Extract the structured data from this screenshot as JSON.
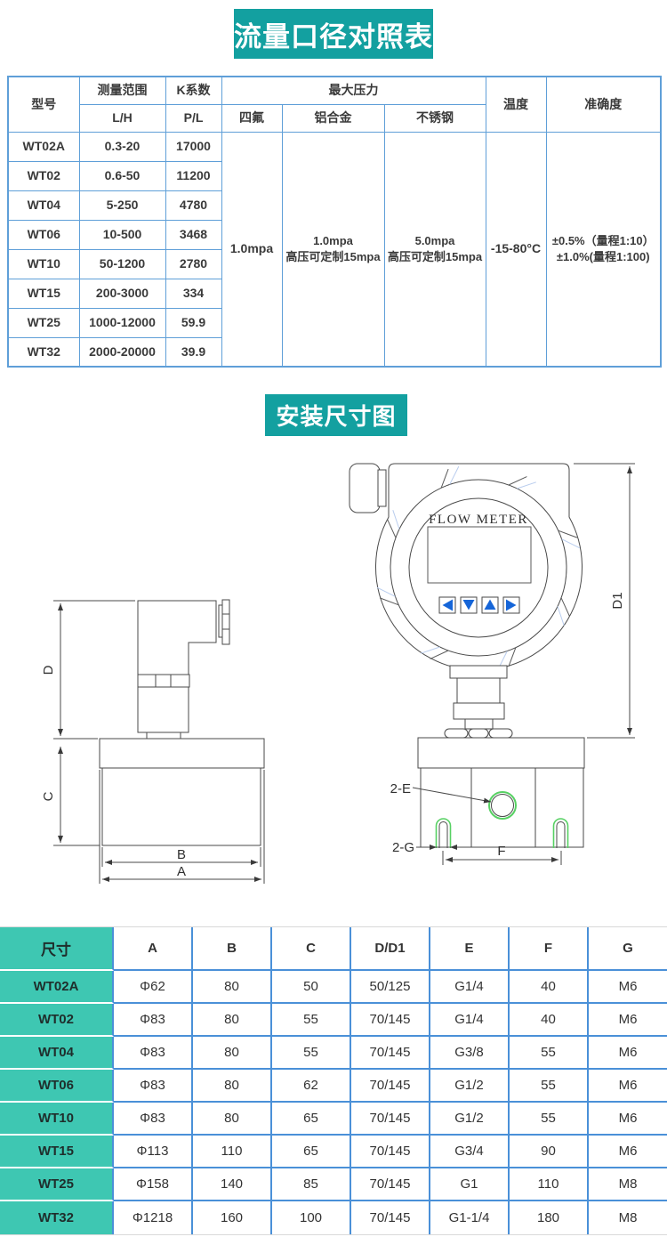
{
  "titles": {
    "flow_table": "流量口径对照表",
    "install_diagram": "安装尺寸图"
  },
  "colors": {
    "title_teal": "#13a0a0",
    "table2_teal": "#3ec7b2",
    "table1_border_blue": "#5f9fd8",
    "table2_border_blue": "#4a90d8",
    "button_blue": "#1565d8",
    "highlight_green": "#57d163"
  },
  "spec_table": {
    "header": {
      "model": "型号",
      "range": "测量范围",
      "range_unit": "L/H",
      "k_factor": "K系数",
      "k_unit": "P/L",
      "max_pressure": "最大压力",
      "ptfe": "四氟",
      "aluminum": "铝合金",
      "stainless": "不锈钢",
      "temperature": "温度",
      "accuracy": "准确度"
    },
    "rows": [
      {
        "model": "WT02A",
        "range": "0.3-20",
        "k": "17000"
      },
      {
        "model": "WT02",
        "range": "0.6-50",
        "k": "11200"
      },
      {
        "model": "WT04",
        "range": "5-250",
        "k": "4780"
      },
      {
        "model": "WT06",
        "range": "10-500",
        "k": "3468"
      },
      {
        "model": "WT10",
        "range": "50-1200",
        "k": "2780"
      },
      {
        "model": "WT15",
        "range": "200-3000",
        "k": "334"
      },
      {
        "model": "WT25",
        "range": "1000-12000",
        "k": "59.9"
      },
      {
        "model": "WT32",
        "range": "2000-20000",
        "k": "39.9"
      }
    ],
    "merged": {
      "ptfe_pressure": "1.0mpa",
      "aluminum_line1": "1.0mpa",
      "aluminum_line2": "高压可定制15mpa",
      "stainless_line1": "5.0mpa",
      "stainless_line2": "高压可定制15mpa",
      "temperature": "-15-80°C",
      "accuracy_line1": "±0.5%（量程1:10）",
      "accuracy_line2": "±1.0%(量程1:100)"
    }
  },
  "diagram": {
    "front_view": {
      "device_text": "FLOW METER",
      "dim_d1": "D1",
      "label_2e": "2-E",
      "label_2g": "2-G",
      "dim_f": "F"
    },
    "side_view": {
      "dim_d": "D",
      "dim_c": "C",
      "dim_b": "B",
      "dim_a": "A"
    }
  },
  "dim_table": {
    "headers": [
      "尺寸",
      "A",
      "B",
      "C",
      "D/D1",
      "E",
      "F",
      "G"
    ],
    "rows": [
      [
        "WT02A",
        "Φ62",
        "80",
        "50",
        "50/125",
        "G1/4",
        "40",
        "M6"
      ],
      [
        "WT02",
        "Φ83",
        "80",
        "55",
        "70/145",
        "G1/4",
        "40",
        "M6"
      ],
      [
        "WT04",
        "Φ83",
        "80",
        "55",
        "70/145",
        "G3/8",
        "55",
        "M6"
      ],
      [
        "WT06",
        "Φ83",
        "80",
        "62",
        "70/145",
        "G1/2",
        "55",
        "M6"
      ],
      [
        "WT10",
        "Φ83",
        "80",
        "65",
        "70/145",
        "G1/2",
        "55",
        "M6"
      ],
      [
        "WT15",
        "Φ113",
        "110",
        "65",
        "70/145",
        "G3/4",
        "90",
        "M6"
      ],
      [
        "WT25",
        "Φ158",
        "140",
        "85",
        "70/145",
        "G1",
        "110",
        "M8"
      ],
      [
        "WT32",
        "Φ1218",
        "160",
        "100",
        "70/145",
        "G1-1/4",
        "180",
        "M8"
      ]
    ]
  }
}
